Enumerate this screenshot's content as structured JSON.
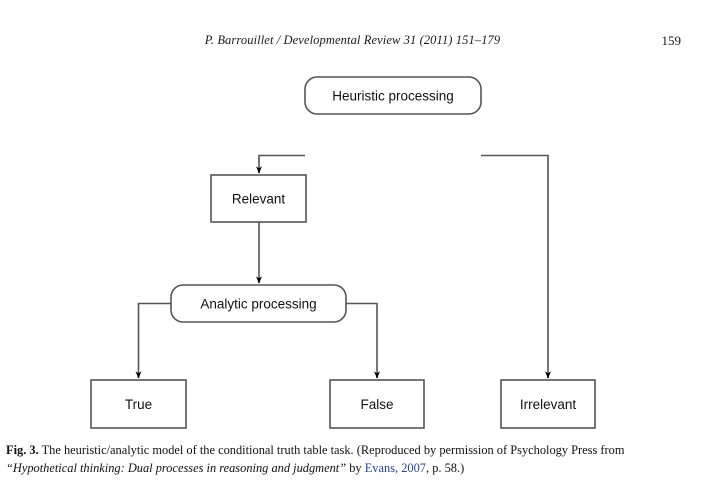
{
  "running_head": {
    "title": "P. Barrouillet / Developmental Review 31 (2011) 151–179",
    "page_number": "159"
  },
  "figure": {
    "nodes": {
      "heuristic": "Heuristic processing",
      "relevant": "Relevant",
      "analytic": "Analytic processing",
      "true": "True",
      "false": "False",
      "irrelevant": "Irrelevant"
    },
    "colors": {
      "stroke": "#555555",
      "arrow": "#000000",
      "text": "#111111",
      "fill": "#ffffff"
    }
  },
  "caption": {
    "fig_number": "Fig. 3.",
    "text_part1": " The heuristic/analytic model of the conditional truth table task. (Reproduced by permission of Psychology Press from ",
    "book_title": "“Hypothetical thinking: Dual processes in reasoning and judgment”",
    "text_part2": " by ",
    "citation_link": "Evans, 2007",
    "text_part3": ", p. 58.)"
  }
}
